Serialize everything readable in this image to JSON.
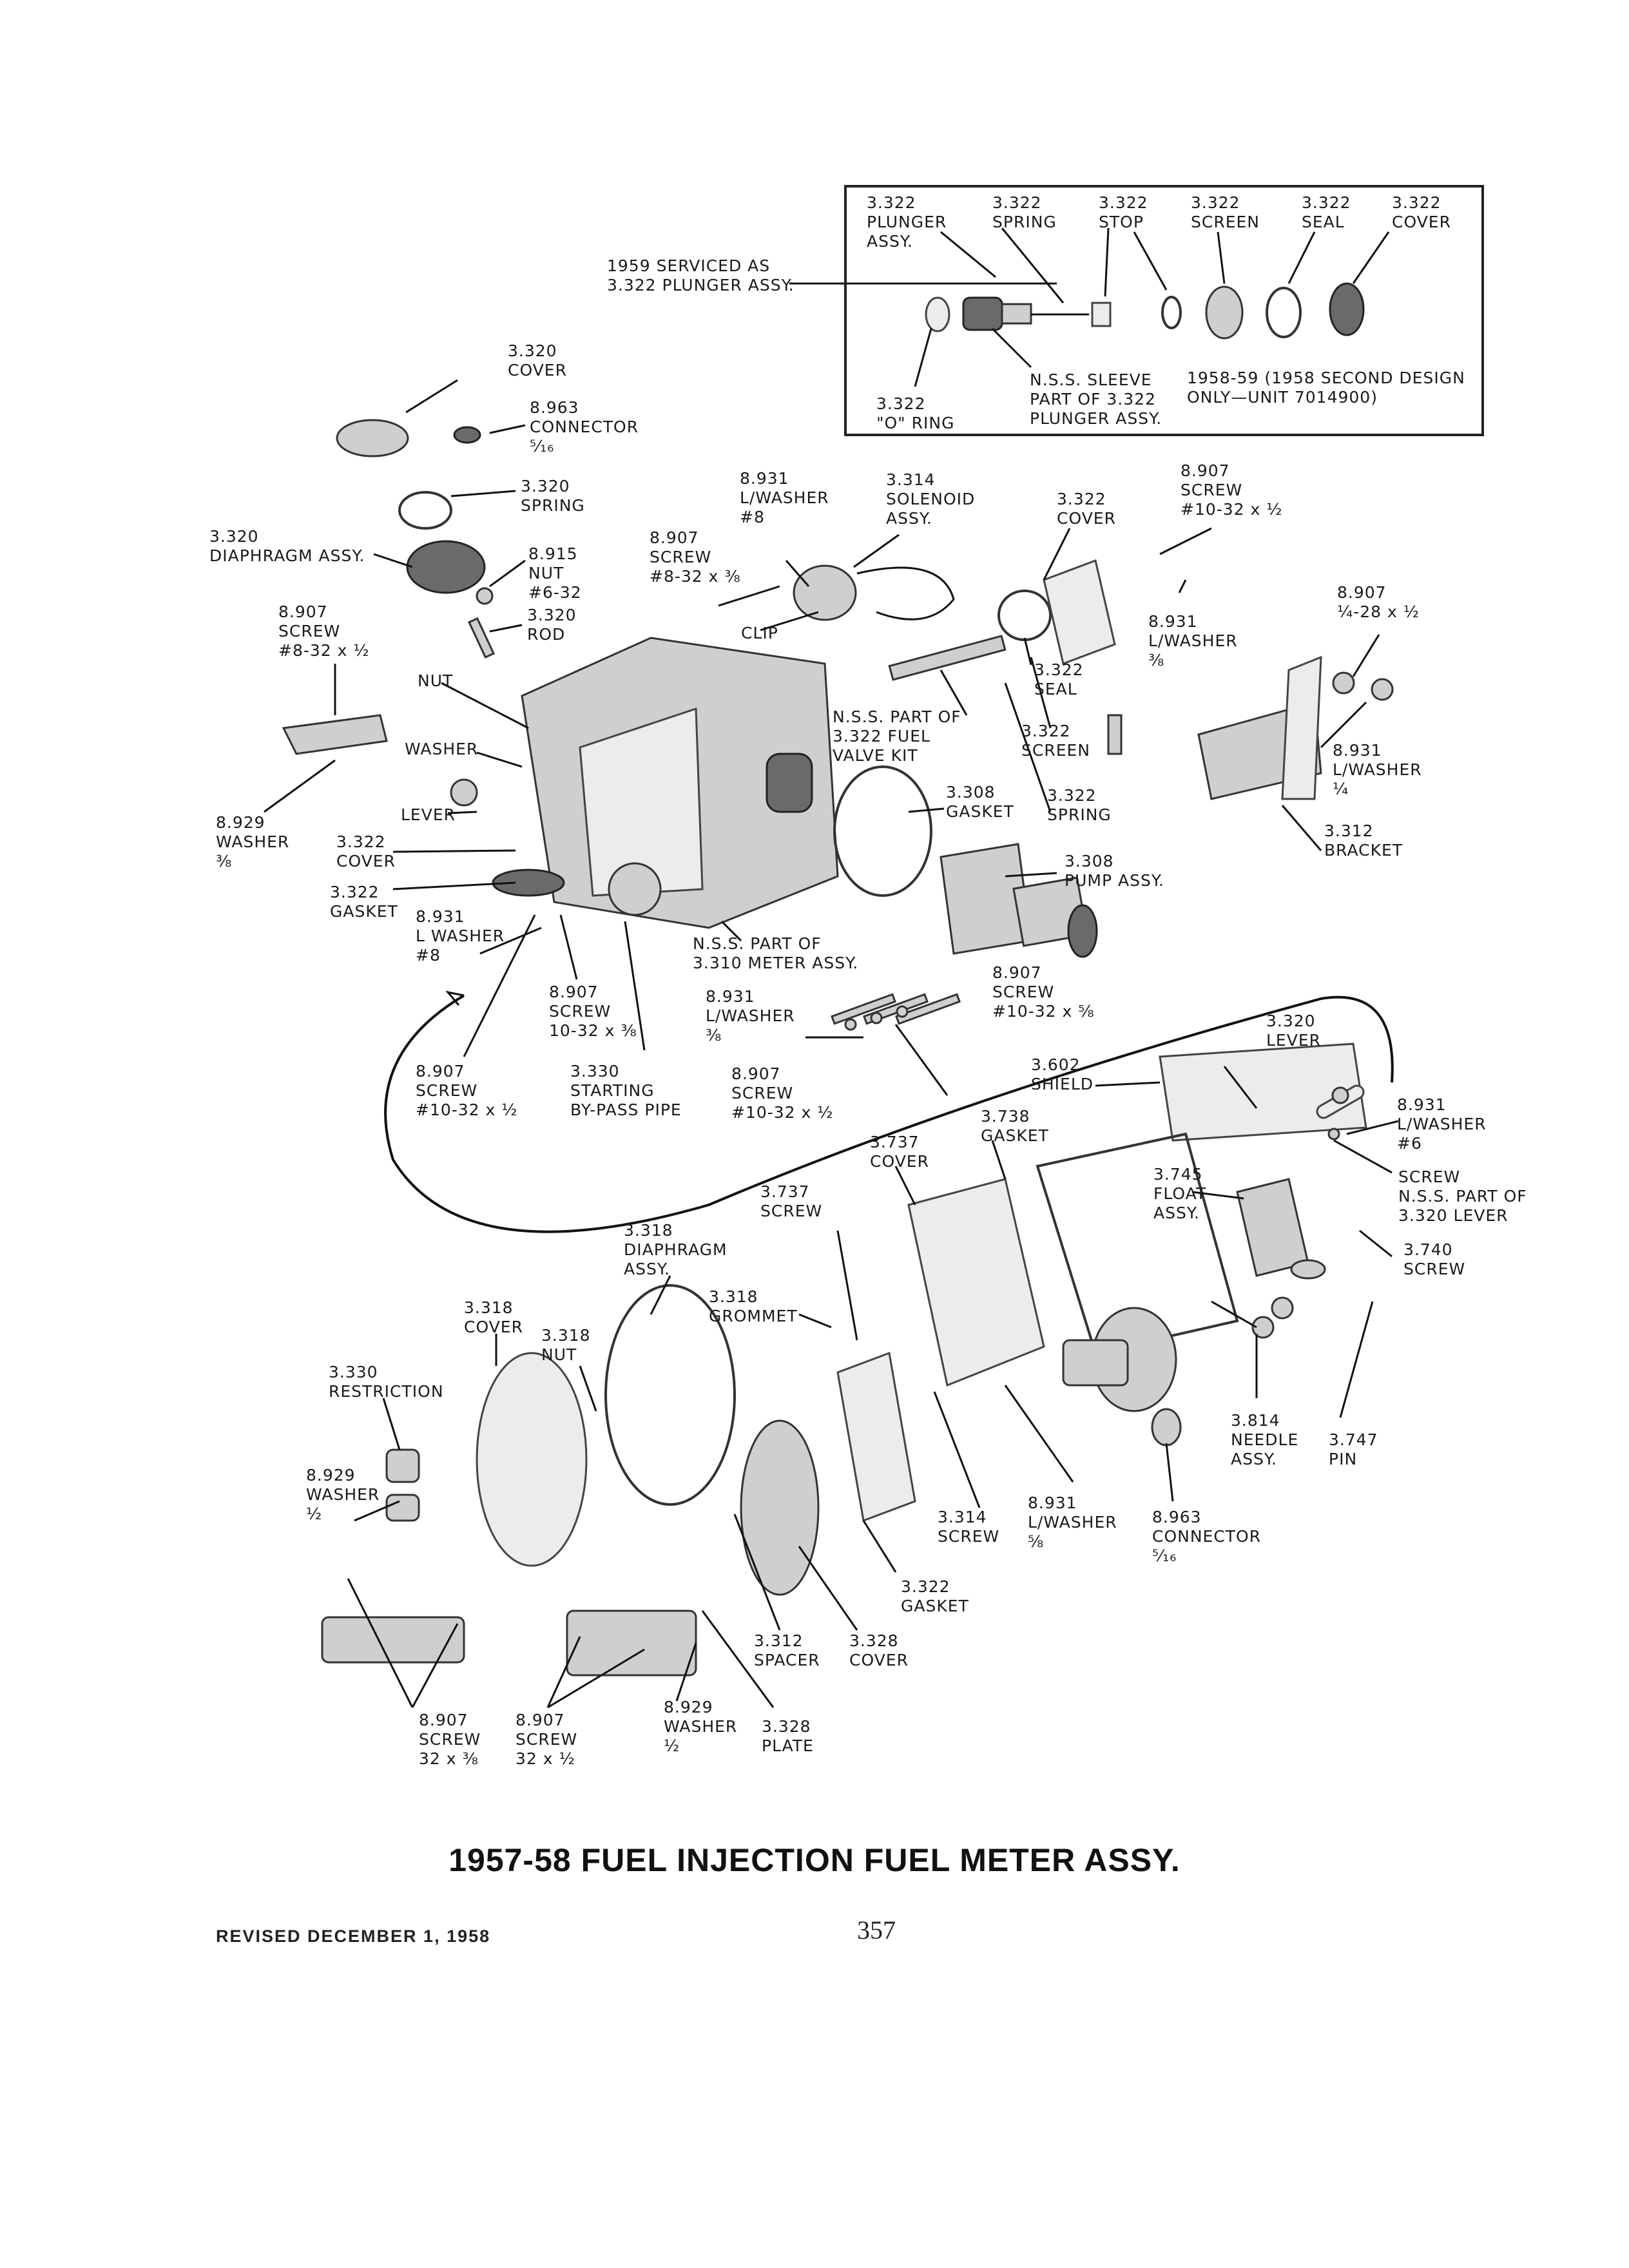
{
  "title": "1957-58 FUEL INJECTION FUEL METER ASSY.",
  "revised": "REVISED DECEMBER 1, 1958",
  "page_number": "357",
  "inset": {
    "note_date": "1958-59 (1958 SECOND DESIGN\nONLY—UNIT 7014900)",
    "serviced_note": "1959 SERVICED AS\n3.322 PLUNGER ASSY.",
    "labels": [
      {
        "id": "plunger",
        "text": "3.322\nPLUNGER\nASSY."
      },
      {
        "id": "spring",
        "text": "3.322\nSPRING"
      },
      {
        "id": "stop",
        "text": "3.322\nSTOP"
      },
      {
        "id": "screen",
        "text": "3.322\nSCREEN"
      },
      {
        "id": "seal",
        "text": "3.322\nSEAL"
      },
      {
        "id": "cover",
        "text": "3.322\nCOVER"
      },
      {
        "id": "oring",
        "text": "3.322\n\"O\" RING"
      },
      {
        "id": "sleeve",
        "text": "N.S.S. SLEEVE\nPART OF 3.322\nPLUNGER ASSY."
      }
    ]
  },
  "labels": [
    {
      "id": "cover-3320",
      "text": "3.320\nCOVER"
    },
    {
      "id": "connector-8963-top",
      "text": "8.963\nCONNECTOR\n⁵⁄₁₆"
    },
    {
      "id": "spring-3320",
      "text": "3.320\nSPRING"
    },
    {
      "id": "diaphragm-3320",
      "text": "3.320\nDIAPHRAGM ASSY."
    },
    {
      "id": "nut-8915",
      "text": "8.915\nNUT\n#6-32"
    },
    {
      "id": "rod-3320",
      "text": "3.320\nROD"
    },
    {
      "id": "screw-8907-left",
      "text": "8.907\nSCREW\n#8-32 x ½"
    },
    {
      "id": "nut",
      "text": "NUT"
    },
    {
      "id": "washer",
      "text": "WASHER"
    },
    {
      "id": "lever",
      "text": "LEVER"
    },
    {
      "id": "washer-8929-left",
      "text": "8.929\nWASHER\n⅜"
    },
    {
      "id": "cover-3322-left",
      "text": "3.322\nCOVER"
    },
    {
      "id": "gasket-3322-left",
      "text": "3.322\nGASKET"
    },
    {
      "id": "lwasher-8931-left",
      "text": "8.931\nL WASHER\n#8"
    },
    {
      "id": "screw-8907-1032-38",
      "text": "8.907\nSCREW\n10-32 x ⅜"
    },
    {
      "id": "screw-8907-1032-12-left",
      "text": "8.907\nSCREW\n#10-32 x ½"
    },
    {
      "id": "starting-pipe",
      "text": "3.330\nSTARTING\nBY-PASS PIPE"
    },
    {
      "id": "lwasher-8931-8",
      "text": "8.931\nL/WASHER\n#8"
    },
    {
      "id": "screw-8907-832",
      "text": "8.907\nSCREW\n#8-32 x ⅜"
    },
    {
      "id": "clip",
      "text": "CLIP"
    },
    {
      "id": "solenoid",
      "text": "3.314\nSOLENOID\nASSY."
    },
    {
      "id": "cover-3322-mid",
      "text": "3.322\nCOVER"
    },
    {
      "id": "screw-8907-top-right",
      "text": "8.907\nSCREW\n#10-32 x ½"
    },
    {
      "id": "lwasher-8931-38-top",
      "text": "8.931\nL/WASHER\n⅜"
    },
    {
      "id": "screw-8907-14",
      "text": "8.907\n¼-28 x ½"
    },
    {
      "id": "seal-3322",
      "text": "3.322\nSEAL"
    },
    {
      "id": "nss-fuel-valve",
      "text": "N.S.S. PART OF\n3.322 FUEL\nVALVE KIT"
    },
    {
      "id": "screen-3322",
      "text": "3.322\nSCREEN"
    },
    {
      "id": "lwasher-8931-14",
      "text": "8.931\nL/WASHER\n¼"
    },
    {
      "id": "gasket-3308",
      "text": "3.308\nGASKET"
    },
    {
      "id": "spring-3322",
      "text": "3.322\nSPRING"
    },
    {
      "id": "bracket-3312",
      "text": "3.312\nBRACKET"
    },
    {
      "id": "pump-3308",
      "text": "3.308\nPUMP ASSY."
    },
    {
      "id": "nss-meter",
      "text": "N.S.S. PART OF\n3.310 METER ASSY."
    },
    {
      "id": "screw-8907-58",
      "text": "8.907\nSCREW\n#10-32 x ⅝"
    },
    {
      "id": "lwasher-8931-38-mid",
      "text": "8.931\nL/WASHER\n⅜"
    },
    {
      "id": "screw-8907-1032-12-mid",
      "text": "8.907\nSCREW\n#10-32 x ½"
    },
    {
      "id": "lever-3320",
      "text": "3.320\nLEVER"
    },
    {
      "id": "shield-3602",
      "text": "3.602\nSHIELD"
    },
    {
      "id": "lwasher-8931-6",
      "text": "8.931\nL/WASHER\n#6"
    },
    {
      "id": "gasket-3738",
      "text": "3.738\nGASKET"
    },
    {
      "id": "cover-3737",
      "text": "3.737\nCOVER"
    },
    {
      "id": "screw-nss-lever",
      "text": "SCREW\nN.S.S. PART OF\n3.320 LEVER"
    },
    {
      "id": "float-3745",
      "text": "3.745\nFLOAT\nASSY."
    },
    {
      "id": "screw-3737",
      "text": "3.737\nSCREW"
    },
    {
      "id": "screw-3740",
      "text": "3.740\nSCREW"
    },
    {
      "id": "diaphragm-3318",
      "text": "3.318\nDIAPHRAGM\nASSY."
    },
    {
      "id": "grommet-3318",
      "text": "3.318\nGROMMET"
    },
    {
      "id": "cover-3318",
      "text": "3.318\nCOVER"
    },
    {
      "id": "nut-3318",
      "text": "3.318\nNUT"
    },
    {
      "id": "restriction-3330",
      "text": "3.330\nRESTRICTION"
    },
    {
      "id": "needle-3814",
      "text": "3.814\nNEEDLE\nASSY."
    },
    {
      "id": "pin-3747",
      "text": "3.747\nPIN"
    },
    {
      "id": "washer-8929-half",
      "text": "8.929\nWASHER\n½"
    },
    {
      "id": "screw-3314",
      "text": "3.314\nSCREW"
    },
    {
      "id": "lwasher-8931-58",
      "text": "8.931\nL/WASHER\n⅝"
    },
    {
      "id": "connector-8963-bottom",
      "text": "8.963\nCONNECTOR\n⁵⁄₁₆"
    },
    {
      "id": "gasket-3322-bottom",
      "text": "3.322\nGASKET"
    },
    {
      "id": "spacer-3312",
      "text": "3.312\nSPACER"
    },
    {
      "id": "cover-3328",
      "text": "3.328\nCOVER"
    },
    {
      "id": "screw-8907-38",
      "text": "8.907\nSCREW\n32 x ⅜"
    },
    {
      "id": "screw-8907-12",
      "text": "8.907\nSCREW\n32 x ½"
    },
    {
      "id": "washer-8929-bottom",
      "text": "8.929\nWASHER\n½"
    },
    {
      "id": "plate-3328",
      "text": "3.328\nPLATE"
    }
  ]
}
